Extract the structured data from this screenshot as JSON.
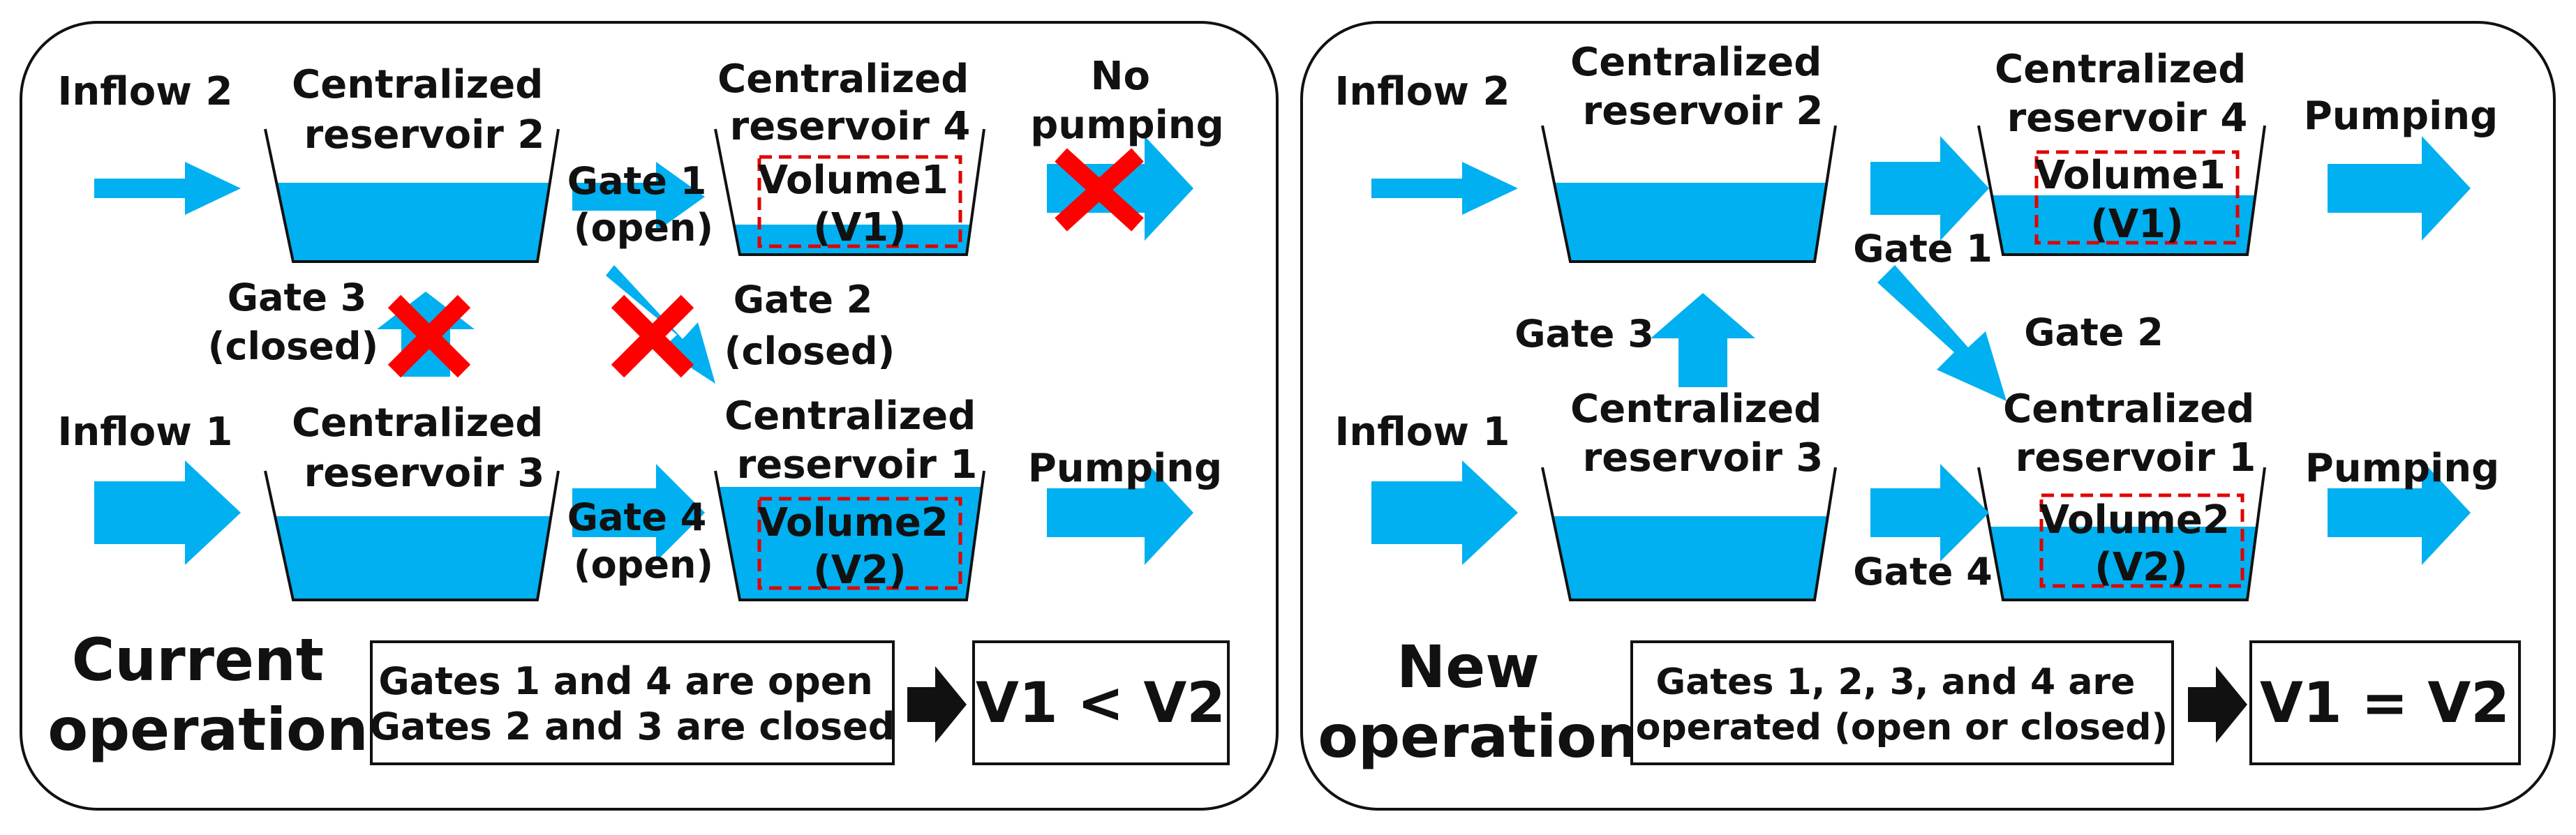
{
  "colors": {
    "water": "#00B0F0",
    "cross": "#FF0000",
    "dash": "#E00000",
    "frame": "#111111"
  },
  "current": {
    "inflow2": "Inflow 2",
    "inflow1": "Inflow 1",
    "reservoir2": [
      "Centralized",
      "reservoir 2"
    ],
    "reservoir3": [
      "Centralized",
      "reservoir 3"
    ],
    "reservoir4": [
      "Centralized",
      "reservoir 4"
    ],
    "reservoir1": [
      "Centralized",
      "reservoir 1"
    ],
    "gate1": [
      "Gate 1",
      "(open)"
    ],
    "gate2": [
      "Gate 2",
      "(closed)"
    ],
    "gate3": [
      "Gate 3",
      "(closed)"
    ],
    "gate4": [
      "Gate 4",
      "(open)"
    ],
    "volume1": [
      "Volume1",
      "(V1)"
    ],
    "volume2": [
      "Volume2",
      "(V2)"
    ],
    "out_top": [
      "No",
      "pumping"
    ],
    "out_bottom": "Pumping",
    "title": [
      "Current",
      "operation"
    ],
    "note": [
      "Gates 1 and 4 are open",
      "Gates 2 and 3 are closed"
    ],
    "result": "V1 < V2"
  },
  "new": {
    "inflow2": "Inflow 2",
    "inflow1": "Inflow 1",
    "reservoir2": [
      "Centralized",
      "reservoir 2"
    ],
    "reservoir3": [
      "Centralized",
      "reservoir 3"
    ],
    "reservoir4": [
      "Centralized",
      "reservoir 4"
    ],
    "reservoir1": [
      "Centralized",
      "reservoir 1"
    ],
    "gate1": "Gate 1",
    "gate2": "Gate 2",
    "gate3": "Gate 3",
    "gate4": "Gate 4",
    "volume1": [
      "Volume1",
      "(V1)"
    ],
    "volume2": [
      "Volume2",
      "(V2)"
    ],
    "out_top": "Pumping",
    "out_bottom": "Pumping",
    "title": [
      "New",
      "operation"
    ],
    "note": [
      "Gates 1, 2, 3, and 4 are",
      "operated (open or closed)"
    ],
    "result": "V1 = V2"
  }
}
